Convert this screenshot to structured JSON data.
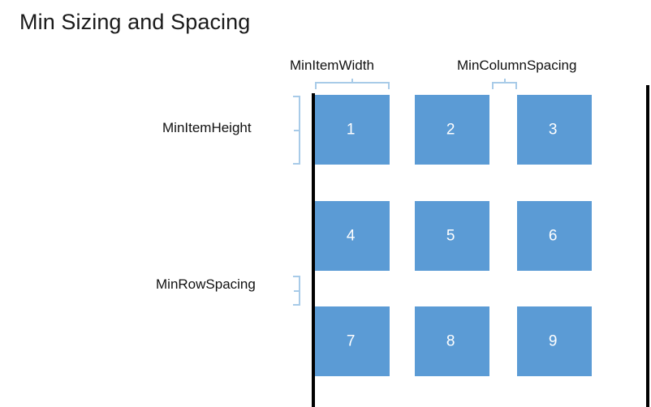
{
  "slide": {
    "title": "Min Sizing and Spacing",
    "background_color": "#FFFFFF"
  },
  "colors": {
    "card_fill": "#5B9BD5",
    "card_label": "#FFFFFF",
    "bracket": "#A8CBE8",
    "guide_bar": "#000000",
    "text": "#111111"
  },
  "guides": {
    "left_bar_name": "left-boundary-bar",
    "right_bar_name": "right-boundary-bar"
  },
  "measures": {
    "min_item_width": "MinItemWidth",
    "min_column_spacing": "MinColumnSpacing",
    "min_item_height": "MinItemHeight",
    "min_row_spacing": "MinRowSpacing"
  },
  "grid": {
    "rows": 3,
    "columns": 3,
    "cards": [
      {
        "label": "1",
        "row": 0,
        "col": 0
      },
      {
        "label": "2",
        "row": 0,
        "col": 1
      },
      {
        "label": "3",
        "row": 0,
        "col": 2
      },
      {
        "label": "4",
        "row": 1,
        "col": 0
      },
      {
        "label": "5",
        "row": 1,
        "col": 1
      },
      {
        "label": "6",
        "row": 1,
        "col": 2
      },
      {
        "label": "7",
        "row": 2,
        "col": 0
      },
      {
        "label": "8",
        "row": 2,
        "col": 1
      },
      {
        "label": "9",
        "row": 2,
        "col": 2
      }
    ]
  }
}
